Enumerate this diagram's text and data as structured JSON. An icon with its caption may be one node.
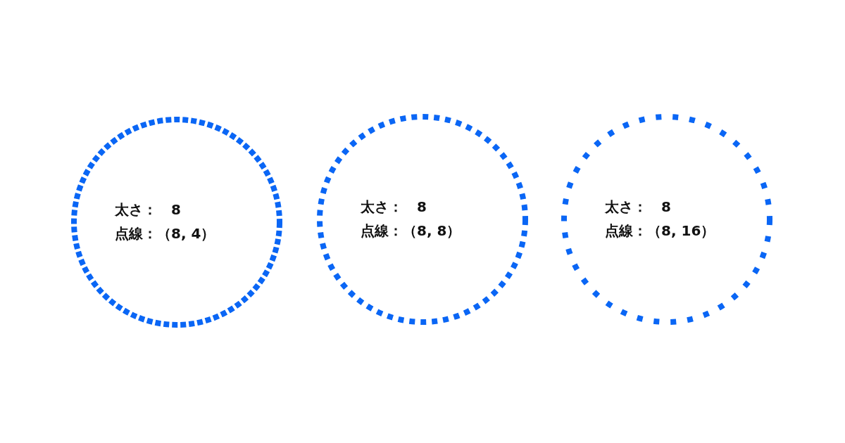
{
  "diagram": {
    "nodes": [
      {
        "text": [
          "太さ：　8",
          "点線：（8, 4）"
        ]
      },
      {
        "text": [
          "太さ：　8",
          "点線：（8, 8）"
        ]
      },
      {
        "text": [
          "太さ：　8",
          "点線：（8, 16）"
        ]
      }
    ]
  }
}
